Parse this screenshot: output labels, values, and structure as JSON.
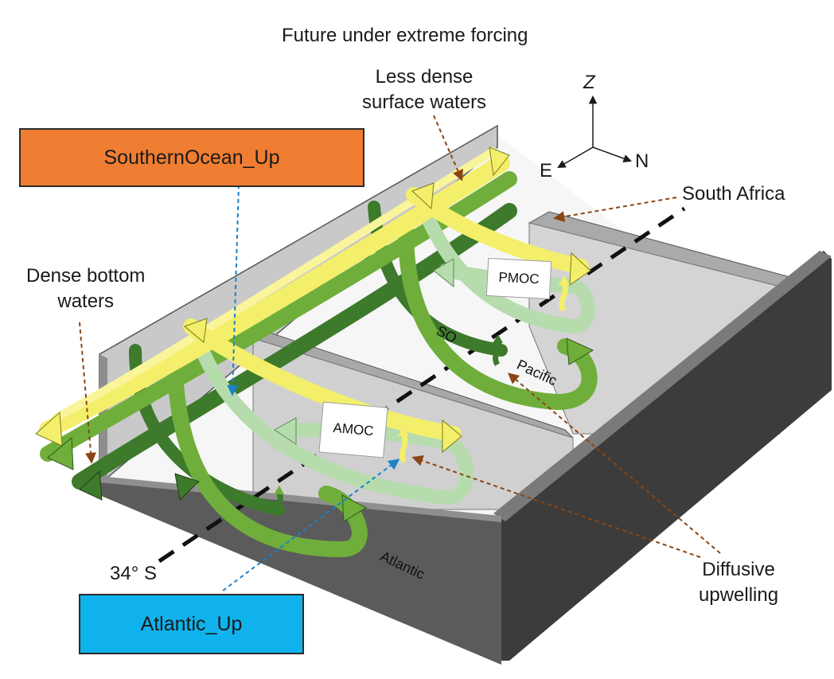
{
  "title": "Future under extreme forcing",
  "labels": {
    "less_dense": "Less dense\nsurface waters",
    "dense_bottom": "Dense bottom\nwaters",
    "south_africa": "South Africa",
    "diffusive": "Diffusive\nupwelling",
    "lat": "34° S"
  },
  "boxes": {
    "southern_ocean": "SouthernOcean_Up",
    "atlantic": "Atlantic_Up"
  },
  "tags": {
    "pmoc": "PMOC",
    "amoc": "AMOC"
  },
  "basins": {
    "so": "SO",
    "pacific": "Pacific",
    "atlantic": "Atlantic"
  },
  "axes": {
    "z": "Z",
    "e": "E",
    "n": "N"
  },
  "colors": {
    "orange_box": "#ef7d32",
    "blue_box": "#0fb2ec",
    "surface_flow": "#f4ef6a",
    "deep_flow": "#6fae3a",
    "light_flow": "#b6dcae",
    "dark_flow": "#3d7a2c",
    "annotation_arrow": "#8b4513",
    "link_arrow": "#1a82c8"
  }
}
